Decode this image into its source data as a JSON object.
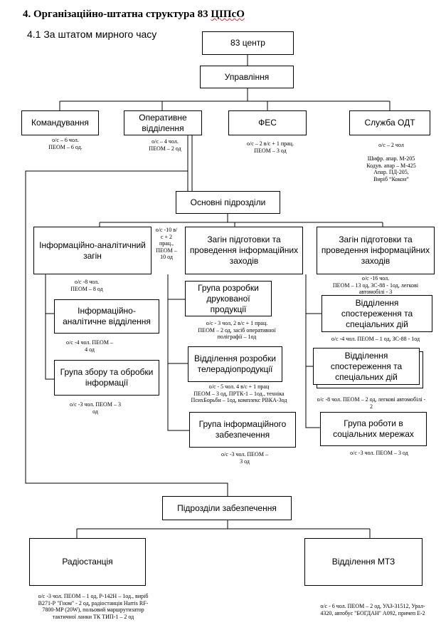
{
  "heading": {
    "prefix": "4. Організаційно-штатна структура 83 ",
    "abbr": "ЦІПсО",
    "subtitle": "4.1 За штатом мирного часу"
  },
  "boxes": {
    "center": "83 центр",
    "management": "Управління",
    "command": "Командування",
    "operative": "Оперативне відділення",
    "fes": "ФЕС",
    "odt": "Служба ОДТ",
    "main_units": "Основні підрозділи",
    "info_analytic_group": "Інформаційно-аналітичний загін",
    "info_analytic_dept": "Інформаційно-аналітичне відділення",
    "collect_group": "Група збору та обробки інформації",
    "prep_group_1": "Загін підготовки та проведення інформаційних заходів",
    "print_group": "Група розробки друкованої продукції",
    "tv_dept": "Відділення розробки телерадіопродукції",
    "support_group": "Група інформаційного забезпечення",
    "prep_group_2": "Загін підготовки та проведення інформаційних заходів",
    "observ_dept_1": "Відділення спостереження та спеціальних дій",
    "observ_dept_2": "Відділення спостереження та спеціальних дій",
    "social_group": "Група роботи в соціальних мережах",
    "support_units": "Підрозділи забезпечення",
    "radio": "Радіостанція",
    "mtz": "Відділення МТЗ"
  },
  "notes": {
    "command": "о/с – 6 чол.\nПЕОМ – 6  од.",
    "operative": "о/с – 4 чол.\nПЕОМ – 2 од",
    "fes": "о/с – 2 в/с + 1 прац.\nПЕОМ – 3 од",
    "odt": "о/с – 2 чол\n\nШифр. апар. М-205\nКодув. апар – М-425\nАпар. ПД-205,\nВиріб “Кокон”",
    "main_units": "о/с -10 в/\nс + 2\nпрац.,\nПЕОМ –\n10 од",
    "info_analytic_group": "о/с -8 чол.\nПЕОМ – 8 од",
    "info_analytic_dept": "о/с -4 чол. ПЕОМ –\n4 од",
    "collect_group": "о/с -3 чол. ПЕОМ – 3\nод",
    "print_group": "о/с - 3 чол, 2 в/с + 1 прац.\nПЕОМ – 2 од, засіб оперативної\nполіграфії – 1од",
    "tv_dept": "о/с - 5 чол. 4 в/с + 1 прац\nПЕОМ – 3 од, ПРТК-1 – 1од., техніка\nПсихБорьби – 1од, комплекс РВКА-3од",
    "support_group": "о/с -3 чол. ПЕОМ –\n3 од",
    "prep_group_2": "о/с -16 чол.\nПЕОМ – 13 од, ЗС-88  - 1од, легкові\nавтомобілі - 3",
    "observ_dept_1": "о/с -4 чол. ПЕОМ – 1 од, ЗС-88  - 1од",
    "observ_dept_2": "о/с -8 чол. ПЕОМ – 2 од, легкові автомобілі -\n2",
    "social_group": "о/с -3 чол. ПЕОМ – 3 од",
    "radio": "о/с -3 чол. ПЕОМ – 1 од, Р-142Н – 1од., виріб\nВ271-Р \"Гном\" - 2 од, радіостанція Harris RF-\n7800-MP (20W), польовий маршрутизатор\nтактичної ланки ТК ТИП-1 – 2 од",
    "mtz": "о/с - 6 чол. ПЕОМ – 2 од, УАЗ-31512, Урал-\n4320, автобус \"БОГДАН\" А092, причеп Е-2"
  }
}
